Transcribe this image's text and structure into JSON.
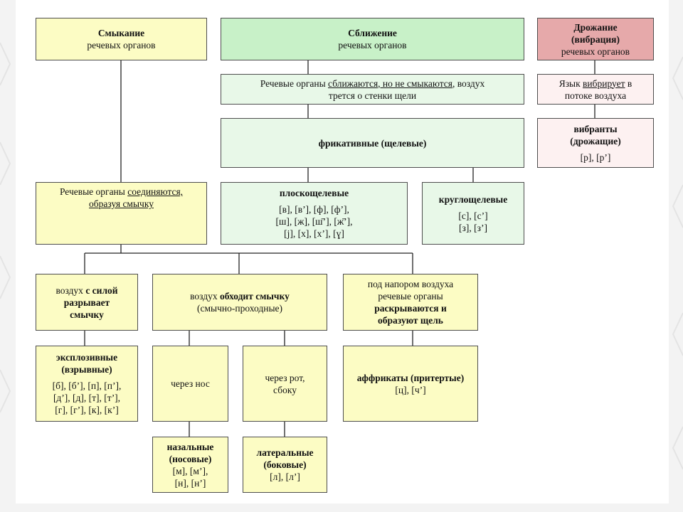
{
  "headers": {
    "closure": {
      "title": "Смыкание",
      "subtitle": "речевых органов"
    },
    "approach": {
      "title": "Сближение",
      "subtitle": "речевых органов"
    },
    "vibration": {
      "title_l1": "Дрожание",
      "title_l2": "(вибрация)",
      "subtitle": "речевых органов"
    }
  },
  "approach_desc": {
    "l1_pre": "Речевые органы ",
    "l1_ul": "сближаются, но не смыкаются",
    "l1_post": ", воздух",
    "l2": "трется о стенки щели"
  },
  "vibration_desc": {
    "l1_pre": "Язык ",
    "l1_ul": "вибрирует",
    "l1_post": " в",
    "l2": "потоке воздуха"
  },
  "fricatives": {
    "label": "фрикативные (щелевые)"
  },
  "vibrants": {
    "l1": "вибранты",
    "l2": "(дрожащие)",
    "sounds": "[р], [р’]"
  },
  "closure_desc": {
    "l1_pre": "Речевые органы ",
    "l1_ul": "соединяются,",
    "l2": "образуя смычку"
  },
  "flat_slit": {
    "label": "плоскощелевые",
    "s1": "[в], [в’], [ф], [ф’],",
    "s2": "[ш], [ж], [ш̄’], [ж̄’],",
    "s3": "[j], [х], [х’], [ɣ]"
  },
  "round_slit": {
    "label": "круглощелевые",
    "s1": "[с], [с’]",
    "s2": "[з], [з’]"
  },
  "burst": {
    "l1_pre": "воздух ",
    "l1_b": "с силой",
    "l2": "разрывает",
    "l3": "смычку"
  },
  "bypass": {
    "l1_pre": "воздух ",
    "l1_b": "обходит смычку",
    "l2": "(смычно-проходные)"
  },
  "pressure": {
    "l1": "под напором воздуха",
    "l2": "речевые органы",
    "l3": "раскрываются и",
    "l4": "образуют щель"
  },
  "explosive": {
    "l1": "эксплозивные",
    "l2": "(взрывные)",
    "s1": "[б], [б’], [п], [п’],",
    "s2": "[д’], [д], [т], [т’],",
    "s3": "[г], [г’], [к], [к’]"
  },
  "nose": {
    "label": "через нос"
  },
  "mouth": {
    "l1": "через рот,",
    "l2": "сбоку"
  },
  "affricates": {
    "label": "аффрикаты (притертые)",
    "sounds": "[ц], [ч’]"
  },
  "nasal": {
    "l1": "назальные",
    "l2": "(носовые)",
    "s1": "[м], [м’],",
    "s2": "[н], [н’]"
  },
  "lateral": {
    "l1": "латеральные",
    "l2": "(боковые)",
    "sounds": "[л], [л’]"
  }
}
